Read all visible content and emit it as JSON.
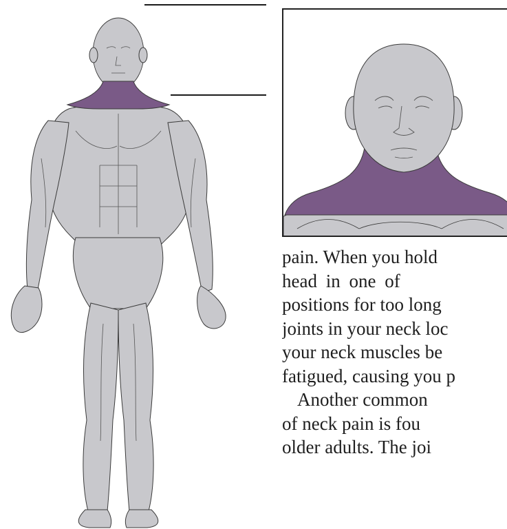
{
  "figure": {
    "highlight_color": "#7a5a87",
    "skin_color": "#c8c8cc",
    "outline_color": "#3a3a3a",
    "full_body_icon": "human-body-muscle-anatomy-front",
    "closeup_icon": "head-and-neck-closeup"
  },
  "text": {
    "lines": [
      "pain.  When you hold",
      "head    in    one    of",
      "positions for too long",
      "joints in your neck loc",
      "your neck muscles be",
      "fatigued, causing you p",
      "Another  common",
      "of neck pain is fou",
      "older adults.  The joi"
    ]
  }
}
